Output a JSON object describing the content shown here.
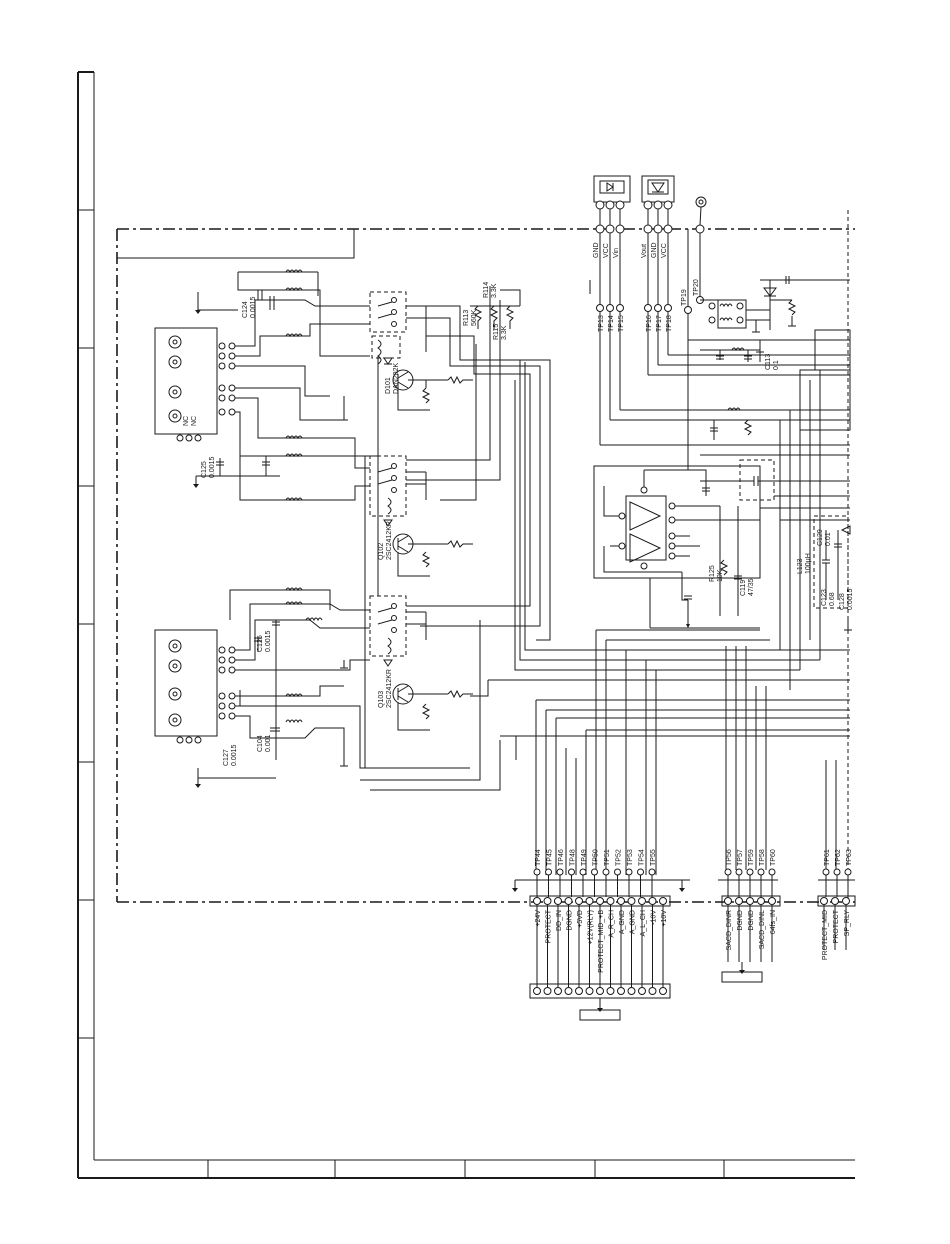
{
  "components": {
    "d101": {
      "ref": "D101",
      "part": "DAN202K"
    },
    "q102": {
      "ref": "Q102",
      "part": "2SC2412KR"
    },
    "q103": {
      "ref": "Q103",
      "part": "2SC2412KR"
    },
    "c124": {
      "ref": "C124",
      "value": "0.0015"
    },
    "c125": {
      "ref": "C125",
      "value": "0.0015"
    },
    "c126": {
      "ref": "C126",
      "value": "0.0015"
    },
    "c127": {
      "ref": "C127",
      "value": "0.0015"
    },
    "c104": {
      "ref": "C104",
      "value": "0.001"
    },
    "r113": {
      "ref": "R113",
      "value": "560K"
    },
    "r114": {
      "ref": "R114",
      "value": "3.3K"
    },
    "r115": {
      "ref": "R115",
      "value": "3.3K"
    },
    "c113": {
      "ref": "C113",
      "value": "0.1"
    },
    "r125": {
      "ref": "R125",
      "value": "10K"
    },
    "c119": {
      "ref": "C119",
      "value": "47/35"
    },
    "l123": {
      "ref": "L123",
      "value": "100μH"
    },
    "c123": {
      "ref": "C123",
      "value": "0.68"
    },
    "c128": {
      "ref": "C128",
      "value": "0.0015"
    },
    "c129": {
      "ref": "C129",
      "value": "0.01"
    }
  },
  "nc_labels": [
    "NC",
    "NC"
  ],
  "module1_pins": [
    "GND",
    "VCC",
    "Vin"
  ],
  "module2_pins": [
    "Vout",
    "GND",
    "VCC"
  ],
  "top_testpoints": [
    "TP13",
    "TP14",
    "TP15",
    "TP16",
    "TP17",
    "TP18",
    "TP19",
    "TP20"
  ],
  "connector_a": {
    "testpoints": [
      "TP44",
      "TP45",
      "TP46",
      "TP48",
      "TP49",
      "TP50",
      "TP51",
      "TP52",
      "TP53",
      "TP54",
      "TP55"
    ],
    "signals": [
      "+24V",
      "PROTECT",
      "DD_IN",
      "DGND",
      "+5VD",
      "+12V(RLY)",
      "PROTECT_MID_+B",
      "A_R_CH",
      "A_GND",
      "A_GND",
      "A_L_CH",
      "-10V",
      "+10V"
    ]
  },
  "connector_b": {
    "testpoints": [
      "TP56",
      "TP57",
      "TP59",
      "TP58",
      "TP60"
    ],
    "signals": [
      "SACD_DINR",
      "DGND",
      "DGND",
      "SACD_DINL",
      "64fs_IN"
    ]
  },
  "connector_c": {
    "testpoints": [
      "TP61",
      "TP62",
      "TP63"
    ],
    "signals": [
      "PROTECT_MID",
      "PROTECT",
      "SP_RLY"
    ]
  }
}
